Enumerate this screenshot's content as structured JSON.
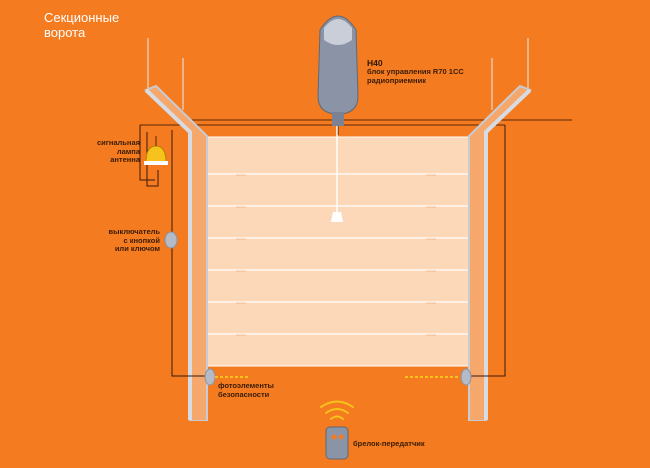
{
  "title_line1": "Секционные",
  "title_line2": "ворота",
  "drive": {
    "model": "H40",
    "desc_line1": "блок управления R70 1СС",
    "desc_line2": "радиоприемник"
  },
  "lamp": {
    "line1": "сигнальная",
    "line2": "лампа",
    "line3": "антенна"
  },
  "switch": {
    "line1": "выключатель",
    "line2": "с кнопкой",
    "line3": "или ключом"
  },
  "photocells": {
    "line1": "фотоэлементы",
    "line2": "безопасности"
  },
  "remote": {
    "label": "брелок-передатчик"
  },
  "colors": {
    "background": "#f47b20",
    "door_panel": "#fcd8b8",
    "frame": "#b8bcc8",
    "lamp": "#f7c21b",
    "device": "#8a94a6"
  }
}
